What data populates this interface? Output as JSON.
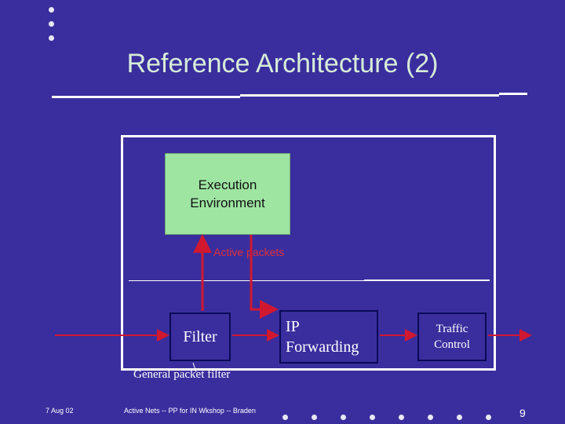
{
  "slide": {
    "title": "Reference Architecture (2)",
    "date": "7 Aug 02",
    "footer_text": "Active Nets -- PP for IN Wkshop -- Braden",
    "page_number": "9"
  },
  "diagram": {
    "execution_environment": "Execution\nEnvironment",
    "active_packets_label": "Active packets",
    "filter_label": "Filter",
    "ip_forwarding_label": "IP\nForwarding",
    "traffic_control_label": "Traffic\nControl",
    "general_packet_filter_label": "General packet filter"
  },
  "colors": {
    "background": "#3a2e9e",
    "ee_box": "#9ee5a2",
    "flow_arrow": "#d01830",
    "title_text": "#d8ecd8"
  }
}
